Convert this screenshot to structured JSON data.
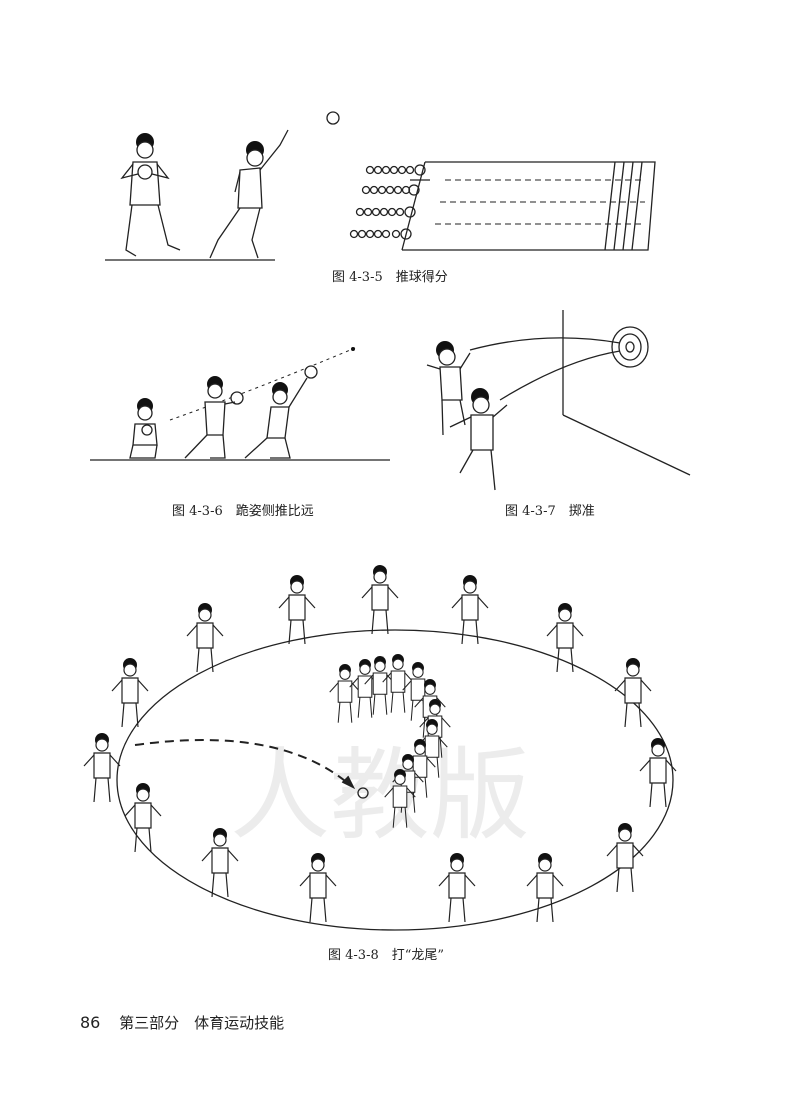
{
  "figures": [
    {
      "id": "fig-4-3-5",
      "caption": "图 4-3-5　推球得分"
    },
    {
      "id": "fig-4-3-6",
      "caption": "图 4-3-6　跪姿侧推比远"
    },
    {
      "id": "fig-4-3-7",
      "caption": "图 4-3-7　掷准"
    },
    {
      "id": "fig-4-3-8",
      "caption": "图 4-3-8　打“龙尾”"
    }
  ],
  "footer": {
    "page_number": "86",
    "section": "第三部分　体育运动技能"
  },
  "watermark": "人教版"
}
